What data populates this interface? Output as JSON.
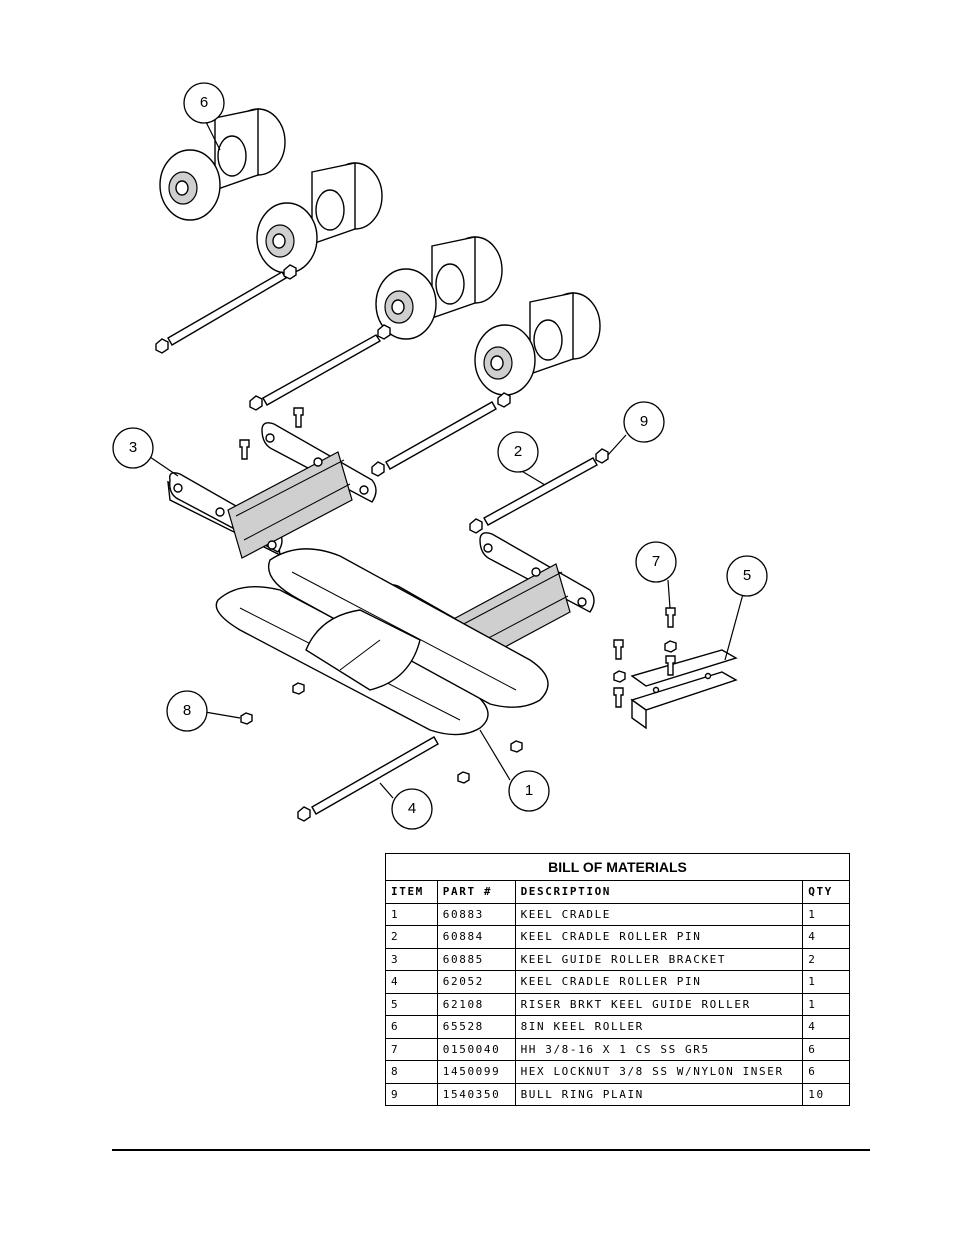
{
  "balloons": [
    {
      "id": "6",
      "label": "6"
    },
    {
      "id": "3",
      "label": "3"
    },
    {
      "id": "2",
      "label": "2"
    },
    {
      "id": "9",
      "label": "9"
    },
    {
      "id": "7",
      "label": "7"
    },
    {
      "id": "5",
      "label": "5"
    },
    {
      "id": "8",
      "label": "8"
    },
    {
      "id": "1",
      "label": "1"
    },
    {
      "id": "4",
      "label": "4"
    }
  ],
  "bom": {
    "title": "BILL OF MATERIALS",
    "headers": [
      "ITEM",
      "PART #",
      "DESCRIPTION",
      "QTY"
    ],
    "rows": [
      [
        "1",
        "60883",
        "KEEL CRADLE",
        "1"
      ],
      [
        "2",
        "60884",
        "KEEL CRADLE ROLLER PIN",
        "4"
      ],
      [
        "3",
        "60885",
        "KEEL GUIDE ROLLER BRACKET",
        "2"
      ],
      [
        "4",
        "62052",
        "KEEL CRADLE ROLLER PIN",
        "1"
      ],
      [
        "5",
        "62108",
        "RISER BRKT KEEL GUIDE ROLLER",
        "1"
      ],
      [
        "6",
        "65528",
        "8IN KEEL ROLLER",
        "4"
      ],
      [
        "7",
        "0150040",
        "HH 3/8-16 X 1 CS SS GR5",
        "6"
      ],
      [
        "8",
        "1450099",
        "HEX LOCKNUT 3/8 SS W/NYLON INSER",
        "6"
      ],
      [
        "9",
        "1540350",
        "BULL RING PLAIN",
        "10"
      ]
    ]
  }
}
